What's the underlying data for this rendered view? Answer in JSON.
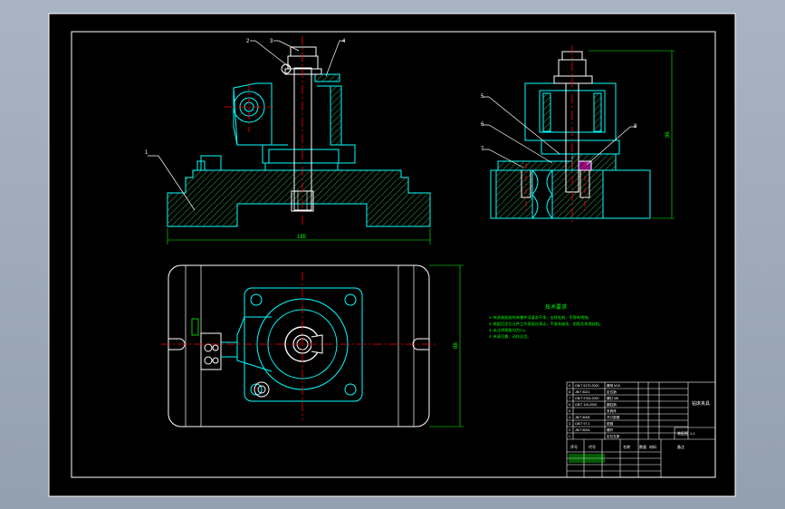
{
  "drawing": {
    "front_view": {
      "callouts": [
        "1",
        "2",
        "3",
        "4"
      ],
      "width_dim": "185"
    },
    "side_view": {
      "callouts": [
        "5",
        "6",
        "7",
        "8"
      ],
      "height_dim": "96"
    },
    "top_view": {
      "height_dim": "88"
    },
    "tech_requirements": {
      "title": "技术要求",
      "lines": [
        "1. 夹具装配前所有零件须清洗干净，去除毛刺，不得有锈蚀。",
        "2. 装配后定位元件工作表面应清洁，不准有碰伤、划痕及其他缺陷。",
        "3. 未注明倒角均为C1。",
        "4. 夹紧可靠，动作灵活。"
      ]
    },
    "title_block": {
      "parts": [
        {
          "no": "9",
          "code": "GB/T 6170-2000",
          "name": "螺母 M10"
        },
        {
          "no": "8",
          "code": "JB/T 8021",
          "name": "定位销"
        },
        {
          "no": "7",
          "code": "GB/T 5783-2000",
          "name": "螺钉 M6"
        },
        {
          "no": "6",
          "code": "GB/T 119-2000",
          "name": "圆柱销"
        },
        {
          "no": "5",
          "code": "",
          "name": "夹具体"
        },
        {
          "no": "4",
          "code": "JB/T 8008",
          "name": "开口垫圈"
        },
        {
          "no": "3",
          "code": "GB/T 97.1",
          "name": "垫圈"
        },
        {
          "no": "2",
          "code": "JB/T 8004",
          "name": "螺杆"
        },
        {
          "no": "1",
          "code": "",
          "name": "定位支座"
        }
      ],
      "header": [
        "序号",
        "代号",
        "名称",
        "数量",
        "材料",
        "备注"
      ],
      "drawing_name": "钻床夹具",
      "scale": "1:1",
      "company": "装配图"
    }
  },
  "colors": {
    "background": "#000000",
    "frame": "#ffffff",
    "geometry_cyan": "#00ffff",
    "section_hatch": "#1e7a3a",
    "center_line": "#ff0000",
    "dimension": "#00ff00",
    "text": "#ffffff"
  }
}
